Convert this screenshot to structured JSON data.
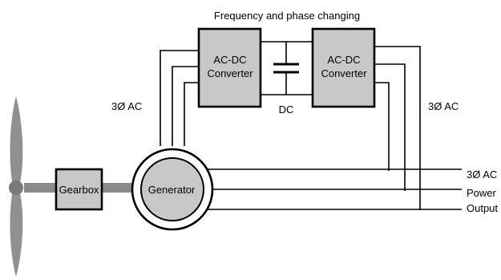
{
  "diagram": {
    "title": "Frequency and phase changing",
    "converter_left": {
      "line1": "AC-DC",
      "line2": "Converter"
    },
    "converter_right": {
      "line1": "AC-DC",
      "line2": "Converter"
    },
    "dc_link_label": "DC",
    "left_ac_label": "3Ø AC",
    "right_ac_label": "3Ø AC",
    "gearbox_label": "Gearbox",
    "generator_label": "Generator",
    "output_labels": [
      "3Ø AC",
      "Power",
      "Output"
    ],
    "colors": {
      "block_fill": "#c8c8c8",
      "stroke": "#000000",
      "shaft": "#8a8a8a",
      "blade": "#909090"
    }
  }
}
